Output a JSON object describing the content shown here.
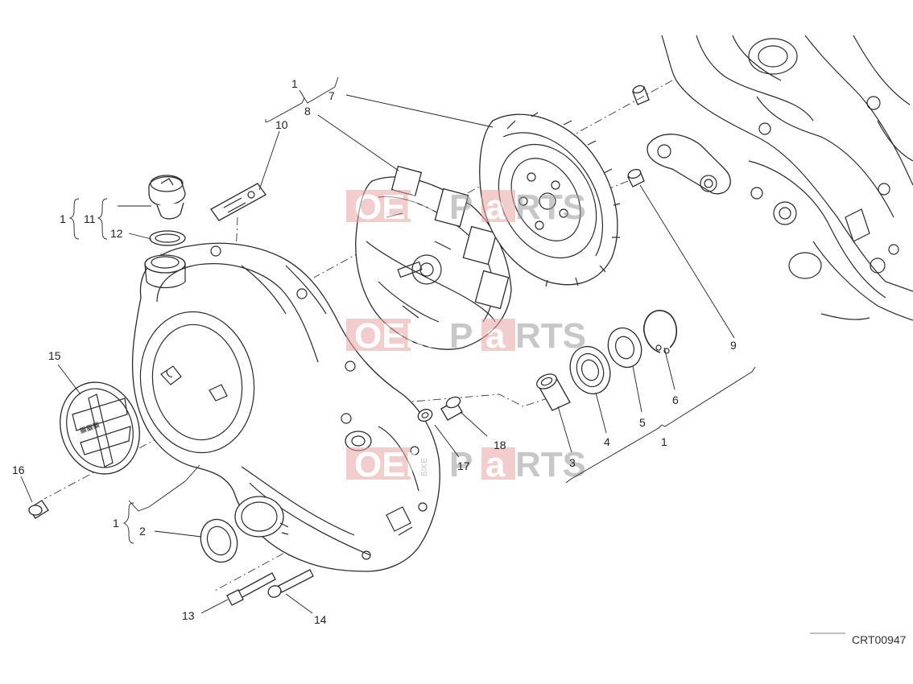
{
  "diagram": {
    "drawing_code": "CRT00947",
    "watermark": {
      "left": "OEM",
      "small": "BIKE",
      "right_a": "P",
      "right_b": "a",
      "right_c": "RTS"
    },
    "labels": {
      "l1_top": "1",
      "l1_left": "1",
      "l1_mid": "1",
      "l1_bottom": "1",
      "l2": "2",
      "l3": "3",
      "l4": "4",
      "l5": "5",
      "l6": "6",
      "l7": "7",
      "l8": "8",
      "l9": "9",
      "l10": "10",
      "l11": "11",
      "l12": "12",
      "l13": "13",
      "l14": "14",
      "l15": "15",
      "l16": "16",
      "l17": "17",
      "l18": "18"
    }
  }
}
